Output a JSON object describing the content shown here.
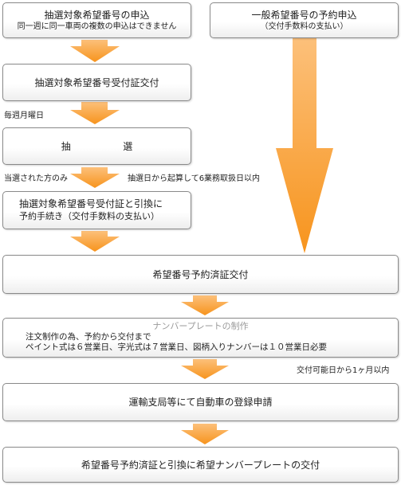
{
  "colors": {
    "arrow": "#f7941d",
    "arrow_light": "#fcc07a",
    "border": "#8a8a8a"
  },
  "boxes": {
    "lottery_apply": {
      "title": "抽選対象希望番号の申込",
      "sub": "同一週に同一車両の複数の申込はできません"
    },
    "general_apply": {
      "title": "一般希望番号の予約申込",
      "sub": "（交付手数料の支払い）"
    },
    "receipt_issue": {
      "title": "抽選対象希望番号受付証交付"
    },
    "lottery": {
      "char1": "抽",
      "char2": "選"
    },
    "exchange": {
      "line1": "抽選対象希望番号受付証と引換に",
      "line2": "予約手続き（交付手数料の支払い）"
    },
    "reserved_cert": {
      "title": "希望番号予約済証交付"
    },
    "plate_production": {
      "title": "ナンバープレートの制作",
      "line1": "注文制作の為、予約から交付まで",
      "line2": "ペイント式は６営業日、字光式は７営業日、図柄入りナンバーは１０営業日必要"
    },
    "registration": {
      "title": "運輸支局等にて自動車の登録申請"
    },
    "final_issue": {
      "title": "希望番号予約済証と引換に希望ナンバープレートの交付"
    }
  },
  "notes": {
    "weekly_monday": "毎週月曜日",
    "winners_only": "当選された方のみ",
    "within_6_days": "抽選日から起算して6業務取扱日以内",
    "within_1_month": "交付可能日から1ヶ月以内"
  }
}
